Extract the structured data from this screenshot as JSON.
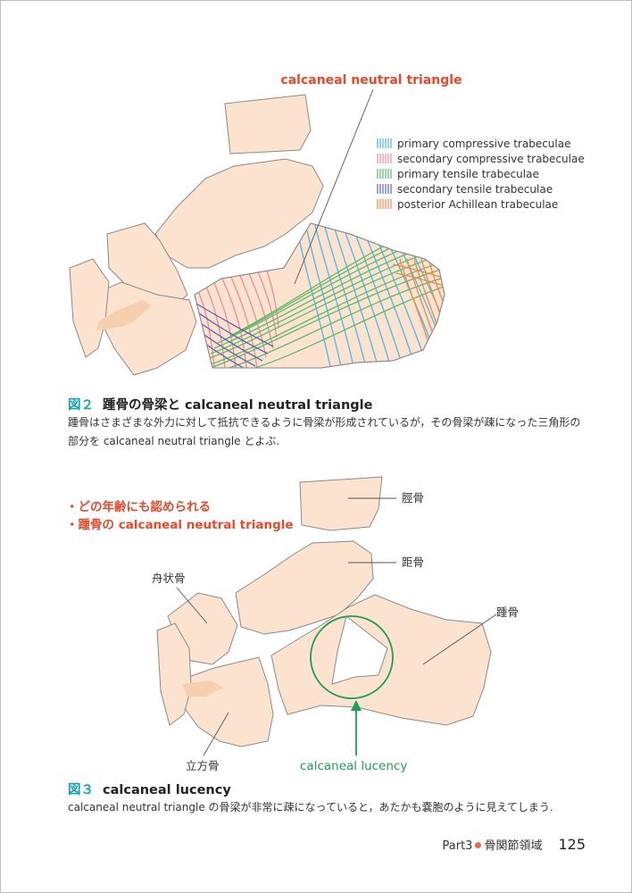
{
  "figure2": {
    "pointer_label": "calcaneal neutral triangle",
    "legend": [
      {
        "label": "primary compressive trabeculae",
        "color": "#4ab8e6"
      },
      {
        "label": "secondary compressive trabeculae",
        "color": "#ef8a99"
      },
      {
        "label": "primary tensile trabeculae",
        "color": "#62b86b"
      },
      {
        "label": "secondary tensile trabeculae",
        "color": "#5a63b8"
      },
      {
        "label": "posterior Achillean trabeculae",
        "color": "#f0874a"
      }
    ],
    "caption_number": "図２",
    "caption_title": "踵骨の骨梁と calcaneal neutral triangle",
    "caption_body": "踵骨はさまざまな外力に対して抵抗できるように骨梁が形成されているが，その骨梁が疎になった三角形の部分を calcaneal neutral triangle とよぶ."
  },
  "figure3": {
    "bullets": [
      "・どの年齢にも認められる",
      "・踵骨の calcaneal neutral triangle"
    ],
    "labels": {
      "tibia": "脛骨",
      "talus": "距骨",
      "navicular": "舟状骨",
      "calcaneus": "踵骨",
      "cuboid": "立方骨",
      "lucency": "calcaneal lucency"
    },
    "caption_number": "図３",
    "caption_title": "calcaneal lucency",
    "caption_body": "calcaneal neutral triangle の骨梁が非常に疎になっていると，あたかも嚢胞のように見えてしまう."
  },
  "colors": {
    "bone_fill": "#fbe3cf",
    "bone_shade": "#f6cfae",
    "accent_red": "#e8482c",
    "accent_green": "#1f9e55",
    "caption_blue": "#1aa0b4"
  },
  "footer": {
    "section": "Part3",
    "chapter": "骨関節領域",
    "page_number": "125"
  }
}
